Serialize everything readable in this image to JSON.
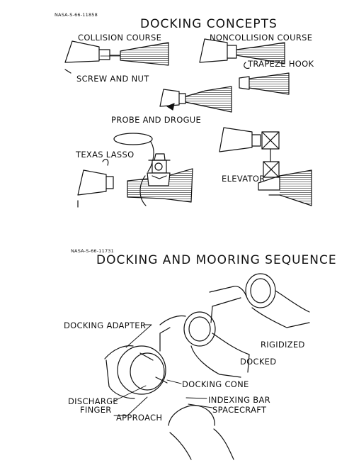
{
  "panel1": {
    "code": "NASA-S-66-11858",
    "title": "DOCKING CONCEPTS",
    "labels": {
      "collision_course": "COLLISION COURSE",
      "noncollision_course": "NONCOLLISION COURSE",
      "screw_and_nut": "SCREW AND NUT",
      "trapeze_hook": "TRAPEZE HOOK",
      "probe_and_drogue": "PROBE AND DROGUE",
      "texas_lasso": "TEXAS LASSO",
      "elevator": "ELEVATOR"
    }
  },
  "panel2": {
    "code": "NASA-S-66-11731",
    "title": "DOCKING AND MOORING SEQUENCE",
    "labels": {
      "docking_adapter": "DOCKING ADAPTER",
      "rigidized": "RIGIDIZED",
      "docked": "DOCKED",
      "docking_cone": "DOCKING CONE",
      "discharge_line1": "DISCHARGE",
      "discharge_line2": "FINGER",
      "indexing_bar": "INDEXING BAR",
      "spacecraft": "SPACECRAFT",
      "approach": "APPROACH"
    }
  }
}
